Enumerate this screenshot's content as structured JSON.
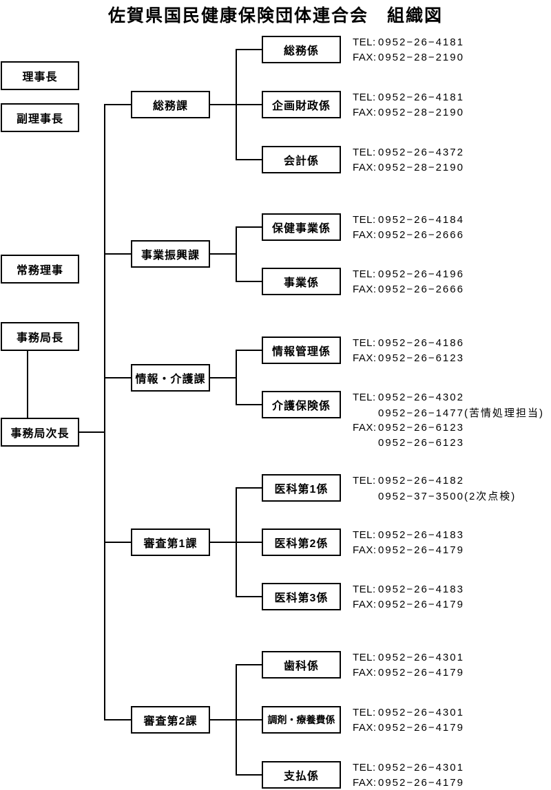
{
  "title": "佐賀県国民健康保険団体連合会　組織図",
  "executives": [
    {
      "label": "理事長"
    },
    {
      "label": "副理事長"
    },
    {
      "label": "常務理事"
    },
    {
      "label": "事務局長"
    },
    {
      "label": "事務局次長"
    }
  ],
  "departments": [
    {
      "label": "総務課",
      "sections": [
        {
          "label": "総務係",
          "contact": [
            {
              "prefix": "TEL:",
              "number": "0952−26−4181"
            },
            {
              "prefix": "FAX:",
              "number": "0952−28−2190"
            }
          ]
        },
        {
          "label": "企画財政係",
          "contact": [
            {
              "prefix": "TEL:",
              "number": "0952−26−4181"
            },
            {
              "prefix": "FAX:",
              "number": "0952−28−2190"
            }
          ]
        },
        {
          "label": "会計係",
          "contact": [
            {
              "prefix": "TEL:",
              "number": "0952−26−4372"
            },
            {
              "prefix": "FAX:",
              "number": "0952−28−2190"
            }
          ]
        }
      ]
    },
    {
      "label": "事業振興課",
      "sections": [
        {
          "label": "保健事業係",
          "contact": [
            {
              "prefix": "TEL:",
              "number": "0952−26−4184"
            },
            {
              "prefix": "FAX:",
              "number": "0952−26−2666"
            }
          ]
        },
        {
          "label": "事業係",
          "contact": [
            {
              "prefix": "TEL:",
              "number": "0952−26−4196"
            },
            {
              "prefix": "FAX:",
              "number": "0952−26−2666"
            }
          ]
        }
      ]
    },
    {
      "label": "情報・介護課",
      "sections": [
        {
          "label": "情報管理係",
          "contact": [
            {
              "prefix": "TEL:",
              "number": "0952−26−4186"
            },
            {
              "prefix": "FAX:",
              "number": "0952−26−6123"
            }
          ]
        },
        {
          "label": "介護保険係",
          "contact": [
            {
              "prefix": "TEL:",
              "number": "0952−26−4302"
            },
            {
              "prefix": "",
              "number": "0952−26−1477(苦情処理担当)"
            },
            {
              "prefix": "FAX:",
              "number": "0952−26−6123"
            },
            {
              "prefix": "",
              "number": "0952−26−6123"
            }
          ]
        }
      ]
    },
    {
      "label": "審査第1課",
      "sections": [
        {
          "label": "医科第1係",
          "contact": [
            {
              "prefix": "TEL:",
              "number": "0952−26−4182"
            },
            {
              "prefix": "",
              "number": "0952−37−3500(2次点検)"
            }
          ]
        },
        {
          "label": "医科第2係",
          "contact": [
            {
              "prefix": "TEL:",
              "number": "0952−26−4183"
            },
            {
              "prefix": "FAX:",
              "number": "0952−26−4179"
            }
          ]
        },
        {
          "label": "医科第3係",
          "contact": [
            {
              "prefix": "TEL:",
              "number": "0952−26−4183"
            },
            {
              "prefix": "FAX:",
              "number": "0952−26−4179"
            }
          ]
        }
      ]
    },
    {
      "label": "審査第2課",
      "sections": [
        {
          "label": "歯科係",
          "contact": [
            {
              "prefix": "TEL:",
              "number": "0952−26−4301"
            },
            {
              "prefix": "FAX:",
              "number": "0952−26−4179"
            }
          ]
        },
        {
          "label": "調剤・療養費係",
          "contact": [
            {
              "prefix": "TEL:",
              "number": "0952−26−4301"
            },
            {
              "prefix": "FAX:",
              "number": "0952−26−4179"
            }
          ]
        },
        {
          "label": "支払係",
          "contact": [
            {
              "prefix": "TEL:",
              "number": "0952−26−4301"
            },
            {
              "prefix": "FAX:",
              "number": "0952−26−4179"
            }
          ]
        }
      ]
    }
  ]
}
